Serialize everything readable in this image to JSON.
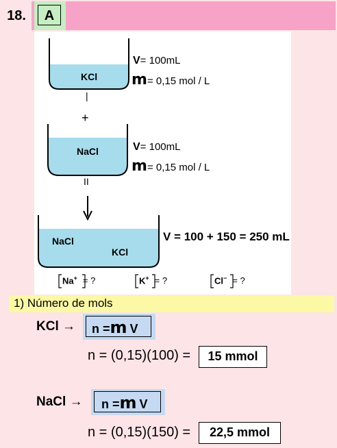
{
  "header": {
    "question_number": "18.",
    "answer": "A"
  },
  "diagram": {
    "beaker1": {
      "solute": "KCl",
      "volume_label": "V = 100mL",
      "molarity_label": "m = 0,15 mol / L",
      "v_sym": "V",
      "v_eq": "= 100mL",
      "m_sym": "m",
      "m_eq": "= 0,15 mol / L"
    },
    "plus": "+",
    "beaker2": {
      "solute": "NaCl",
      "v_sym": "V",
      "v_eq": "= 100mL",
      "m_sym": "m",
      "m_eq": "= 0,15 mol / L"
    },
    "equals": "II",
    "beaker3": {
      "solute1": "NaCl",
      "solute2": "KCl",
      "volume_label": "V = 100 + 150 = 250 mL"
    },
    "ions": [
      {
        "ion": "Na",
        "charge": "+",
        "eq": "= ?"
      },
      {
        "ion": "K",
        "charge": "+",
        "eq": "= ?"
      },
      {
        "ion": "Cl",
        "charge": "−",
        "eq": "= ?"
      }
    ]
  },
  "section": {
    "title": "1) Número de mols"
  },
  "kcl": {
    "label": "KCl →",
    "formula_n": "n =",
    "formula_m": "m",
    "formula_v": "V",
    "calc": "n = (0,15)(100) =",
    "result": "15 mmol"
  },
  "nacl": {
    "label": "NaCl →",
    "formula_n": "n =",
    "formula_m": "m",
    "formula_v": "V",
    "calc": "n = (0,15)(150) =",
    "result": "22,5 mmol"
  }
}
